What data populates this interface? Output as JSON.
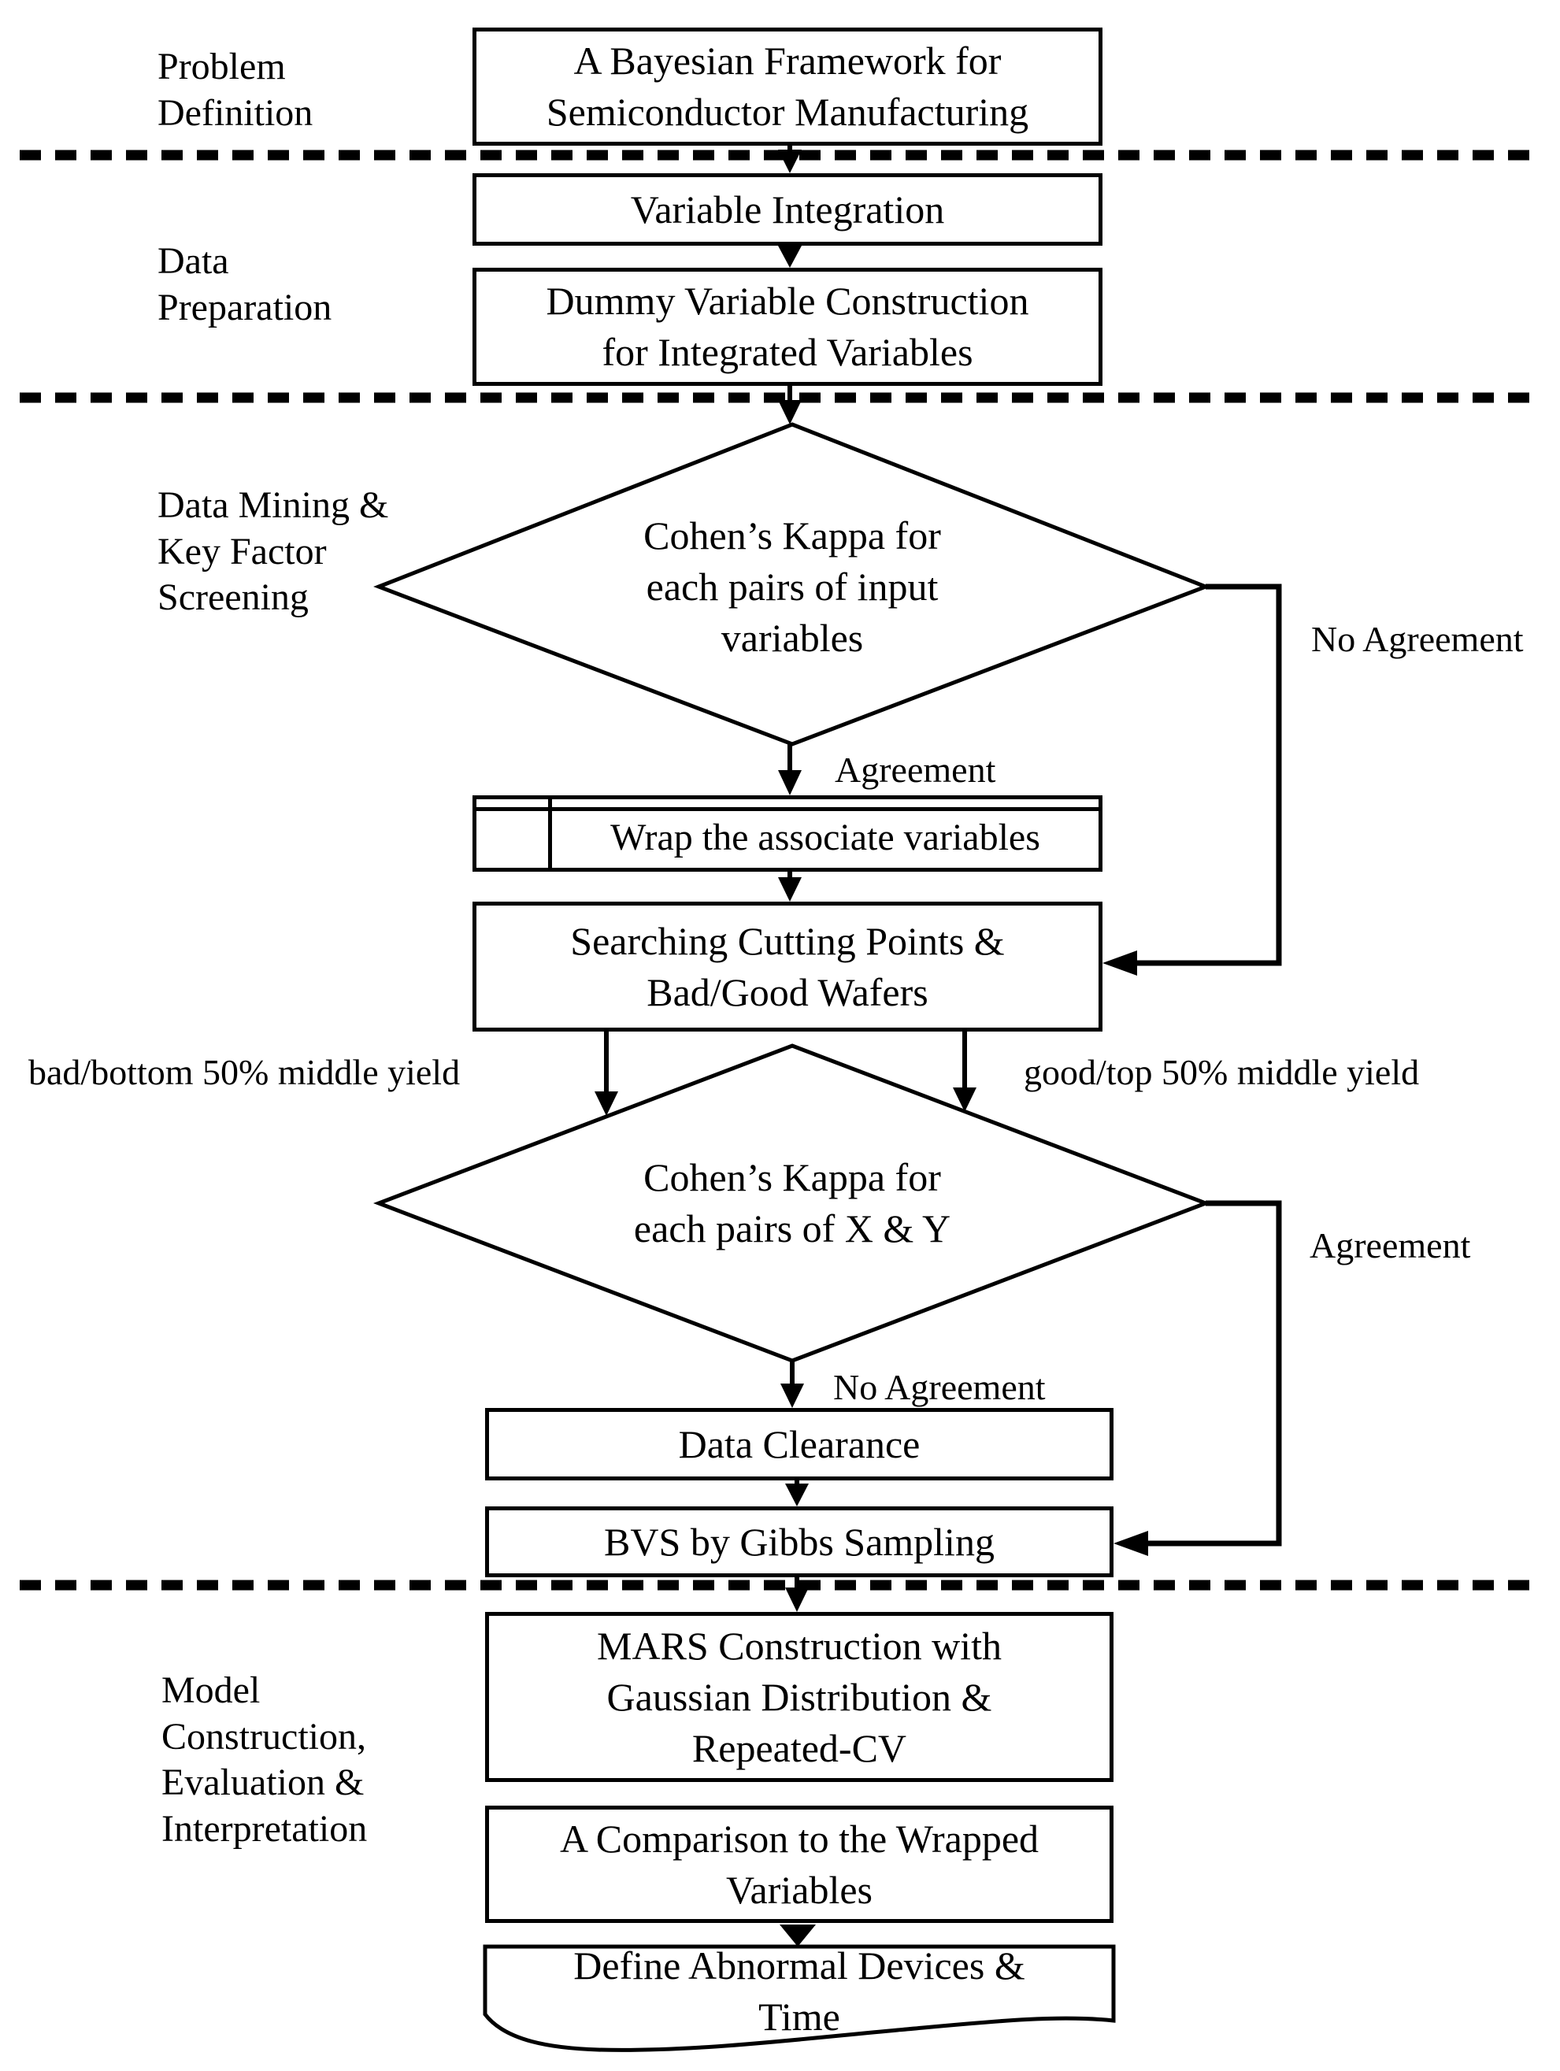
{
  "colors": {
    "line": "#000000",
    "background": "#ffffff"
  },
  "side_labels": {
    "problem_definition": "Problem\nDefinition",
    "data_preparation": "Data\nPreparation",
    "data_mining": "Data Mining &\nKey Factor\nScreening",
    "model_construction": "Model\nConstruction,\nEvaluation &\nInterpretation"
  },
  "nodes": {
    "title": "A Bayesian Framework for\nSemiconductor Manufacturing",
    "variable_integration": "Variable Integration",
    "dummy_variable": "Dummy Variable Construction\nfor Integrated Variables",
    "kappa_input": "Cohen’s Kappa for\neach pairs of input\nvariables",
    "wrap_variables": "Wrap the associate variables",
    "searching_cutting": "Searching Cutting Points &\nBad/Good Wafers",
    "kappa_xy": "Cohen’s Kappa for\neach pairs of X & Y",
    "data_clearance": "Data Clearance",
    "bvs_gibbs": "BVS by Gibbs Sampling",
    "mars": "MARS Construction with\nGaussian Distribution &\nRepeated-CV",
    "comparison": "A Comparison to the Wrapped\nVariables",
    "define_abnormal": "Define Abnormal Devices &\nTime"
  },
  "edge_labels": {
    "no_agreement_top": "No Agreement",
    "agreement_top": "Agreement",
    "bad_yield": "bad/bottom 50% middle yield",
    "good_yield": "good/top 50% middle yield",
    "agreement_right": "Agreement",
    "no_agreement_bottom": "No Agreement"
  }
}
